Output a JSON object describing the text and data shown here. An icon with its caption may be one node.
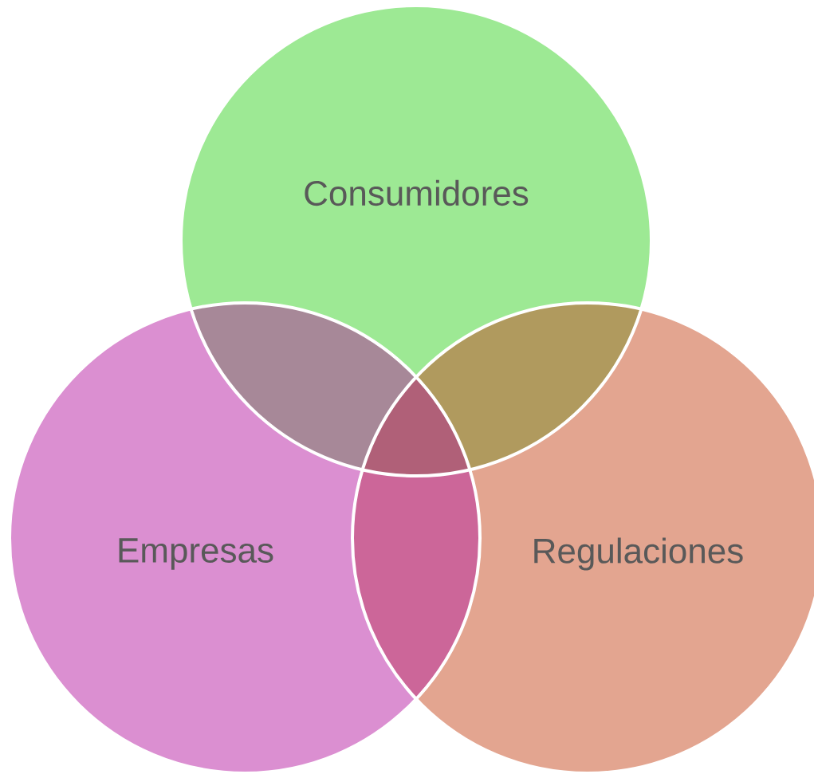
{
  "diagram": {
    "nodes": [
      {
        "text": [
          "Consumidores"
        ]
      },
      {
        "text": [
          "Empresas"
        ]
      },
      {
        "text": [
          "Regulaciones"
        ]
      }
    ]
  }
}
